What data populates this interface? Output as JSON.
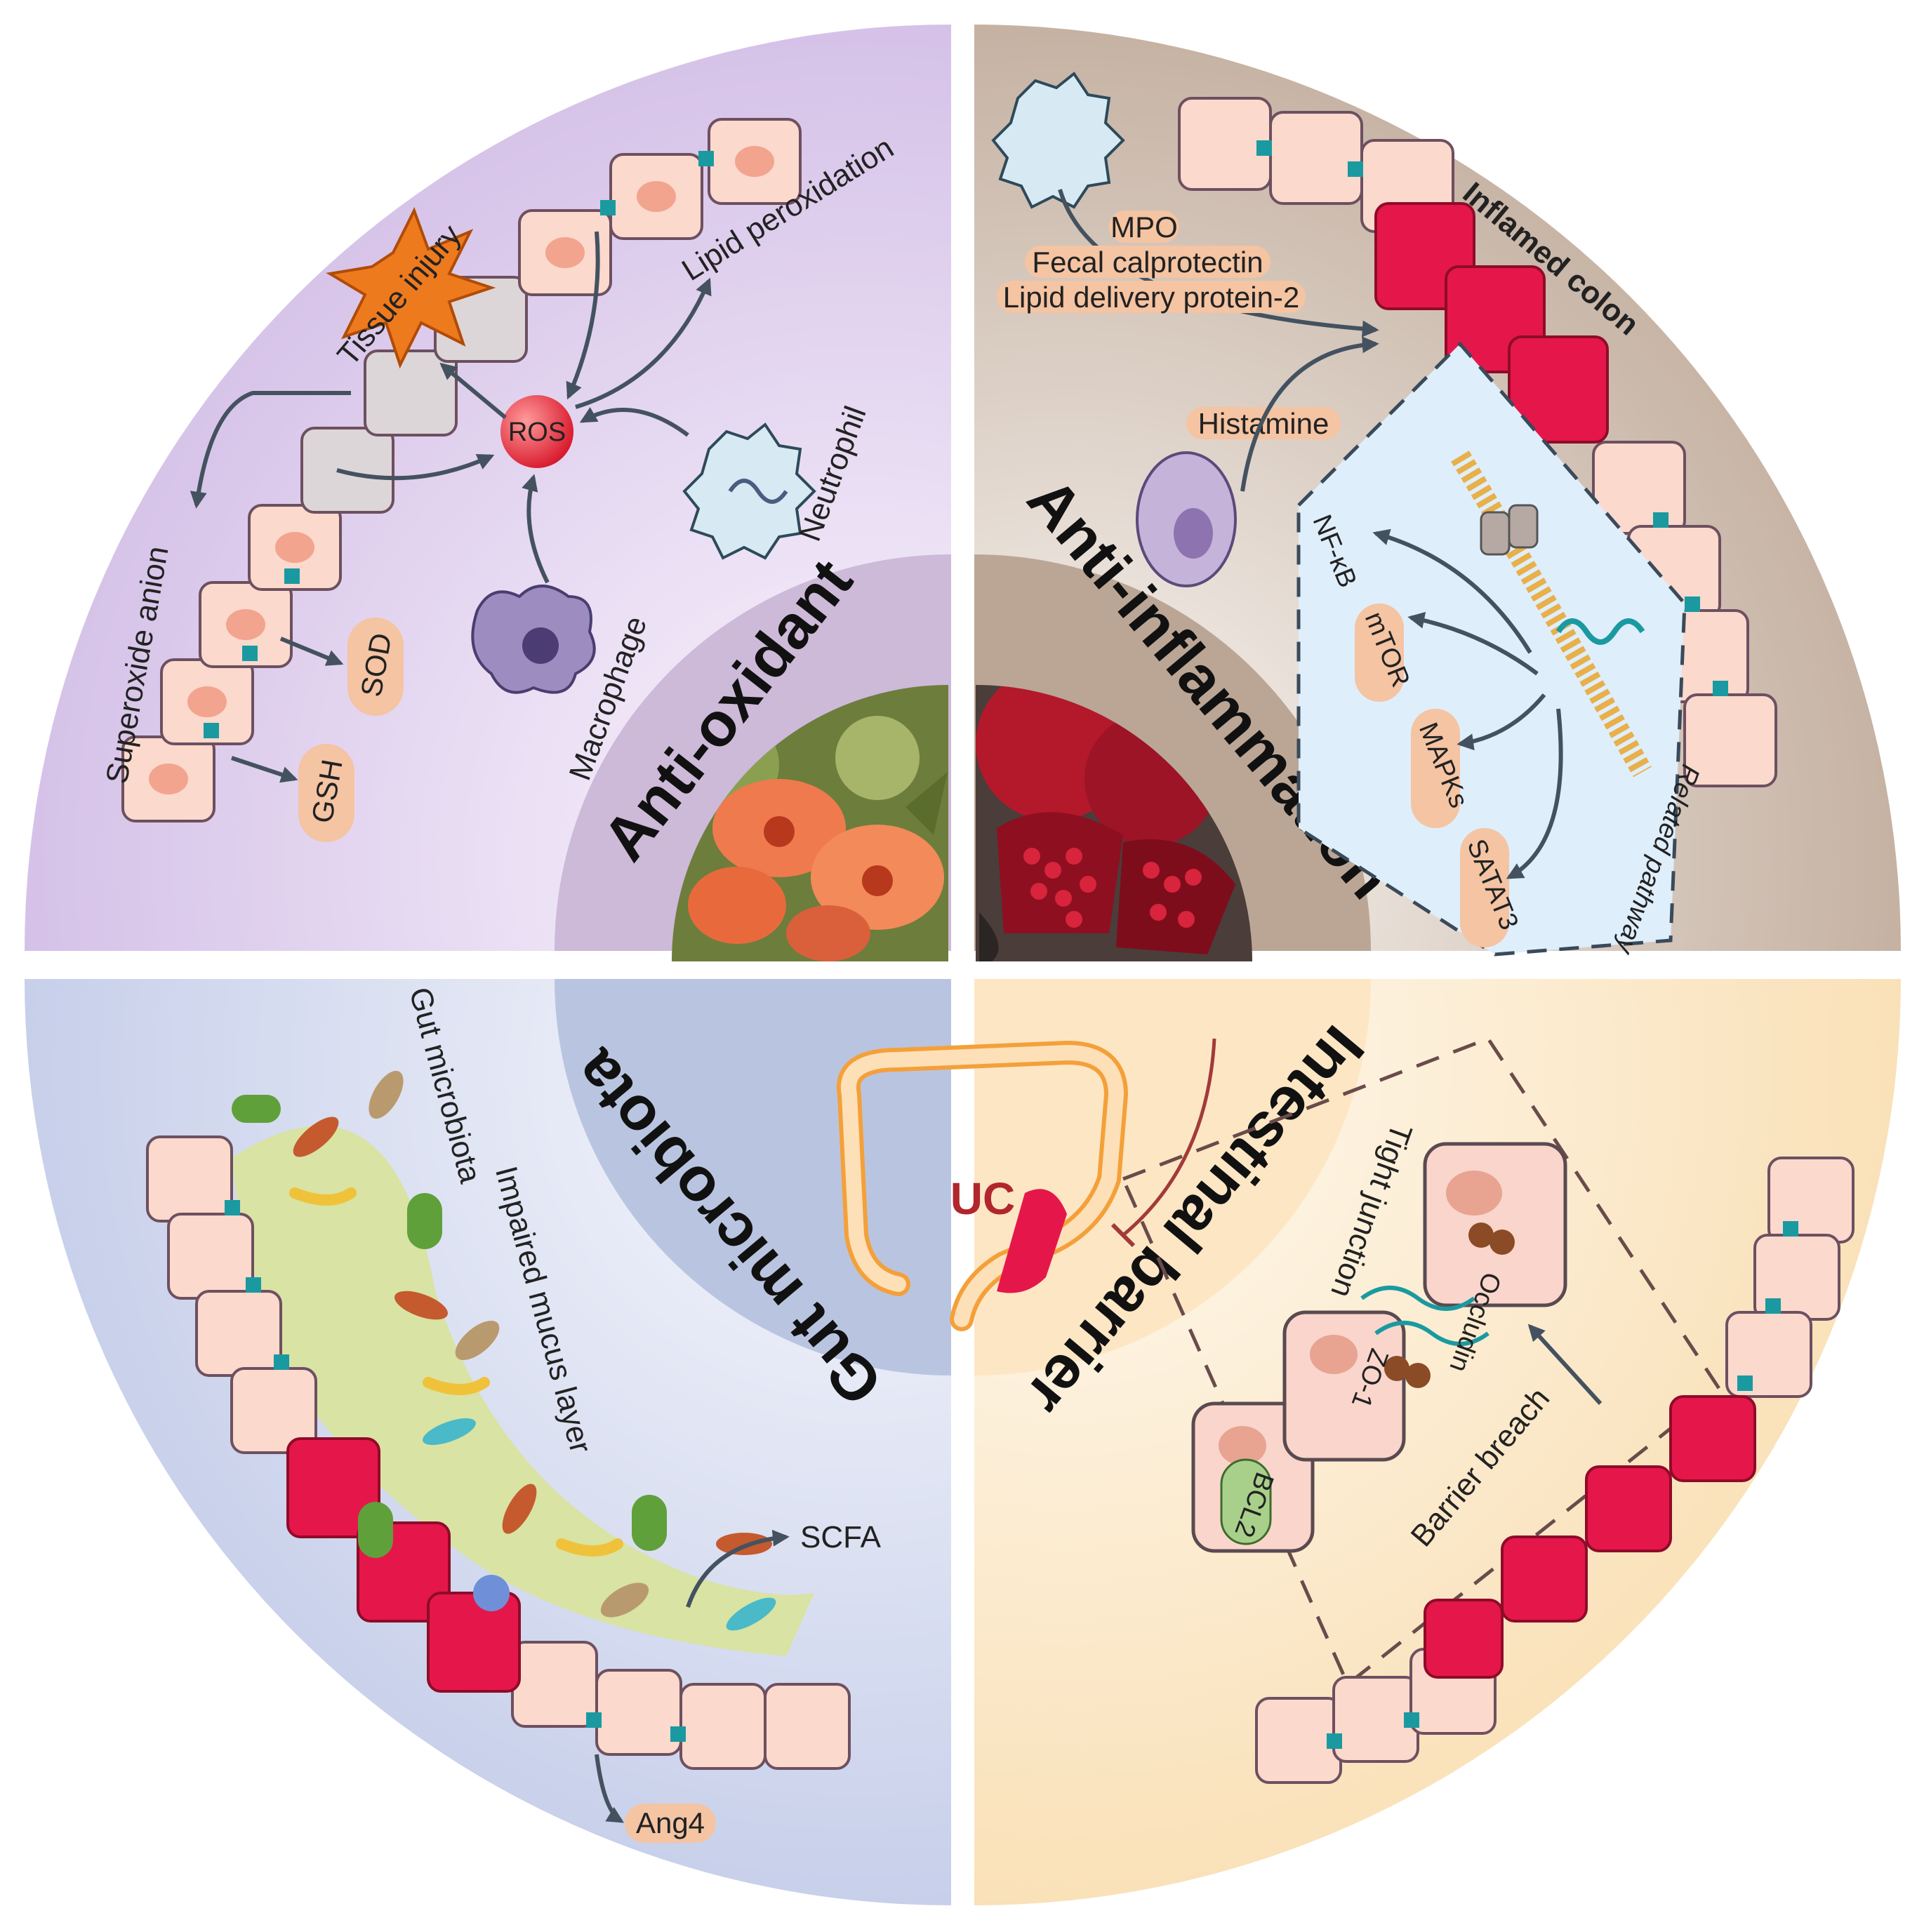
{
  "quadrants": {
    "antioxidant": {
      "title": "Anti-oxidant",
      "tissue_injury": "Tissue injury",
      "lipid_peroxidation": "Lipid peroxidation",
      "ros": "ROS",
      "neutrophil": "Neutrophil",
      "macrophage": "Macrophage",
      "superoxide_anion": "Superoxide anion",
      "sod": "SOD",
      "gsh": "GSH",
      "colors": {
        "bg": "#dcc9ec",
        "core": "#c7b2d2"
      }
    },
    "antiinflammation": {
      "title": "Anti-inflammation",
      "mpo": "MPO",
      "fecal_calprotectin": "Fecal calprotectin",
      "lipid_delivery_protein": "Lipid delivery protein-2",
      "histamine": "Histamine",
      "inflamed_colon": "Inflamed colon",
      "nfkb": "NF-κB",
      "mtor": "mTOR",
      "mapks": "MAPKs",
      "stat3": "SATAT3",
      "related_pathway": "Related pathway",
      "colors": {
        "bg": "#c4b2a3",
        "core": "#bba898"
      }
    },
    "gut_microbiota": {
      "title": "Gut microbiota",
      "gut_microbiota_label": "Gut microbiota",
      "impaired_mucus": "Impaired mucus layer",
      "scfa": "SCFA",
      "ang4": "Ang4",
      "colors": {
        "bg": "#c9d1ea",
        "core": "#b7c4df"
      }
    },
    "intestinal_barrier": {
      "title": "Intestinal barrier",
      "tight_junction": "Tight junction",
      "occludin": "Occludin",
      "zo1": "ZO-1",
      "bcl2": "BCL2",
      "barrier_breach": "Barrier breach",
      "colors": {
        "bg": "#fbe2b4",
        "core": "#fde6c4"
      }
    }
  },
  "center": {
    "uc": "UC"
  }
}
